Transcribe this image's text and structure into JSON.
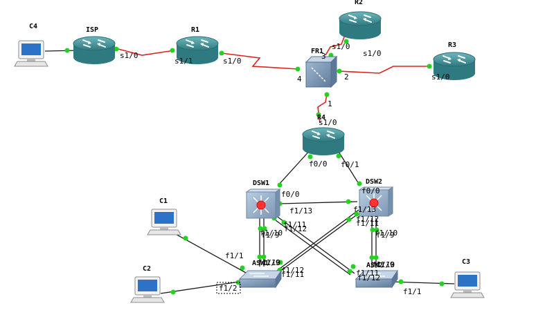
{
  "colors": {
    "serial_link": "#e0201c",
    "ethernet_link": "#1a1a1a",
    "status_up": "#22d41e",
    "router_body": "#3d8f96",
    "switch_body": "#7f9ab6",
    "device_highlight": "#ff3333"
  },
  "devices": {
    "c4": {
      "name": "C4",
      "icon": "pc-icon"
    },
    "isp": {
      "name": "ISP",
      "icon": "router-icon"
    },
    "r1": {
      "name": "R1",
      "icon": "router-icon"
    },
    "r2": {
      "name": "R2",
      "icon": "router-icon"
    },
    "fr1": {
      "name": "FR1",
      "icon": "frame-relay-switch-icon"
    },
    "r3": {
      "name": "R3",
      "icon": "router-icon"
    },
    "r4": {
      "name": "R4",
      "icon": "router-icon"
    },
    "dsw1": {
      "name": "DSW1",
      "icon": "multilayer-switch-icon"
    },
    "dsw2": {
      "name": "DSW2",
      "icon": "multilayer-switch-icon"
    },
    "c1": {
      "name": "C1",
      "icon": "pc-icon"
    },
    "c2": {
      "name": "C2",
      "icon": "pc-icon"
    },
    "c3": {
      "name": "C3",
      "icon": "pc-icon"
    },
    "asw1": {
      "name": "ASW1",
      "icon": "switch-icon"
    },
    "asw2": {
      "name": "ASW2",
      "icon": "switch-icon"
    }
  },
  "ports": {
    "isp_s10": "s1/0",
    "r1_s11": "s1/1",
    "r1_s10": "s1/0",
    "fr1_p4": "4",
    "fr1_p3": "3",
    "fr1_p2": "2",
    "fr1_p1": "1",
    "r2_s10": "s1/0",
    "r3_s10": "s1/0",
    "r4_s10": "s1/0",
    "r4_f00": "f0/0",
    "r4_f01": "f0/1",
    "dsw1_f00": "f0/0",
    "dsw2_f00": "f0/0",
    "dsw1_f113": "f1/13",
    "dsw2_f113": "f1/13",
    "dsw1_f111": "f1/11",
    "dsw1_f112": "f1/12",
    "dsw2_f111": "f1/11",
    "dsw2_f112": "f1/12",
    "dsw1_f110": "f1/10",
    "dsw1_f19": "f1/9",
    "dsw2_f110": "f1/10",
    "dsw2_f19": "f1/9",
    "asw1_f110": "f1/10",
    "asw1_f19": "f1/9",
    "asw1_f111": "f1/11",
    "asw1_f112": "f1/12",
    "asw2_f110": "f1/10",
    "asw2_f19": "f1/9",
    "asw2_f111": "f1/11",
    "asw2_f112": "f1/12",
    "asw1_f11": "f1/1",
    "asw1_f12": "f1/2",
    "asw2_f11": "f1/1"
  }
}
